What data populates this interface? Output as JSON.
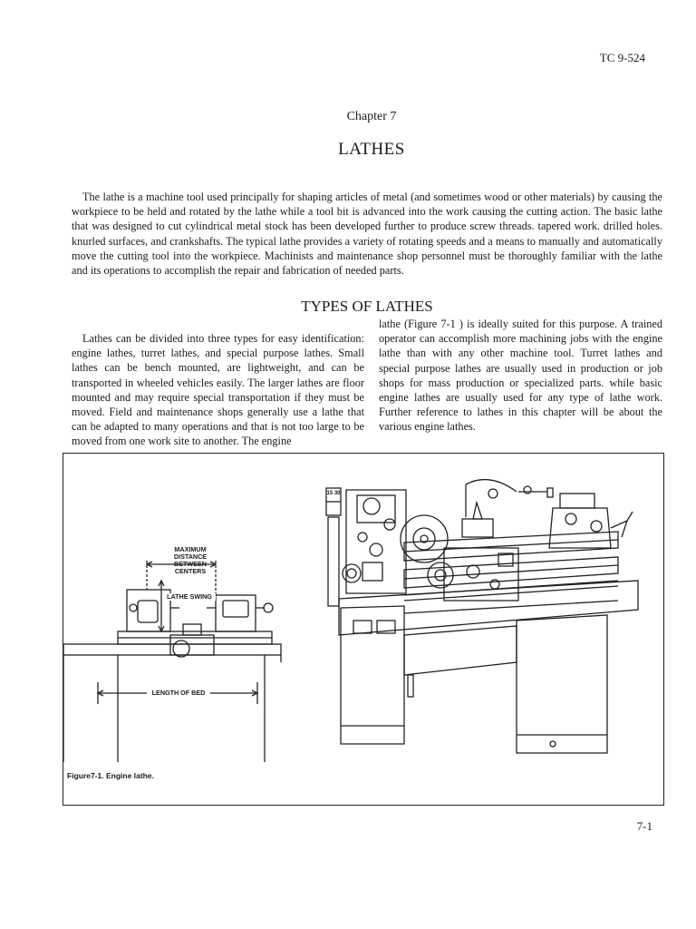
{
  "header": {
    "doc_id": "TC 9-524"
  },
  "chapter": {
    "label": "Chapter 7",
    "title": "LATHES"
  },
  "intro": "The lathe is a machine tool used principally for shaping articles of metal (and sometimes wood or other materials) by causing the workpiece to be held and rotated by the lathe while a tool bit is advanced into the work causing the cutting action. The basic lathe that was designed to cut cylindrical metal stock has been developed further to produce screw threads. tapered work. drilled holes. knurled surfaces, and crankshafts. The typical lathe provides a variety of rotating speeds and a means to manually and automatically move the cutting tool into the workpiece. Machinists and maintenance shop personnel must be thoroughly familiar with the lathe and its operations to accomplish the repair and fabrication of needed parts.",
  "section": {
    "heading": "TYPES OF LATHES",
    "col_left": "Lathes can be divided into three types for easy identification: engine lathes, turret lathes, and special purpose lathes. Small lathes can be bench mounted, are lightweight, and can be transported in wheeled vehicles easily. The larger lathes are floor mounted and may require special transportation if they must be moved. Field and maintenance shops generally use a lathe that can be adapted to many operations and that is not too large to be moved from one work site to another. The engine",
    "col_right": "lathe (Figure 7-1 ) is ideally suited for this purpose. A trained operator can accomplish more machining jobs with the engine lathe than with any other machine tool. Turret lathes and special purpose lathes are usually used in production or job shops for mass production or specialized parts. while basic engine lathes are usually used for any type of lathe work. Further reference to lathes in this chapter will be about the various engine lathes."
  },
  "figure": {
    "caption": "Figure7-1. Engine lathe.",
    "labels": {
      "max_distance": "MAXIMUM DISTANCE BETWEEN CENTERS",
      "lathe_swing": "LATHE SWING",
      "length_of_bed": "LENGTH OF BED",
      "speed_plate": "15 30"
    }
  },
  "footer": {
    "page_number": "7-1"
  }
}
